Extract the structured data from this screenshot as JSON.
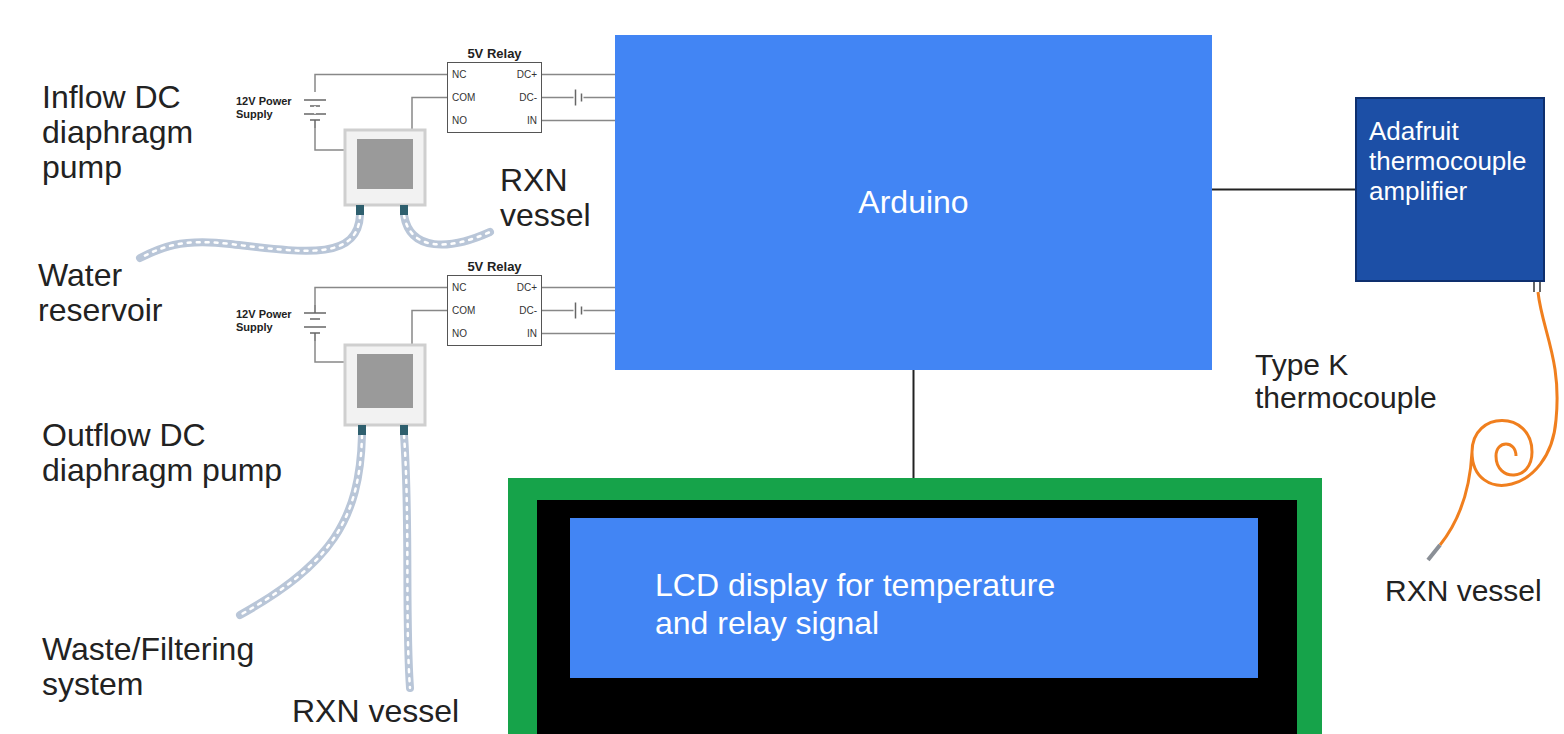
{
  "diagram": {
    "nodes": [
      {
        "text": [
          "5V Relay",
          "NC",
          "DC+",
          "COM",
          "DC-",
          "NO",
          "IN"
        ]
      },
      {
        "text": [
          "Arduino"
        ]
      },
      {
        "text": [
          "Adafruit thermocouple amplifier"
        ]
      },
      {
        "text": [
          "5V Relay",
          "NC",
          "DC+",
          "COM",
          "DC-",
          "NO",
          "IN"
        ]
      },
      {
        "text": [
          "LCD display for temperature and relay signal"
        ]
      }
    ],
    "edges": [
      {
        "from": 0,
        "to": 1,
        "arrow": "none"
      },
      {
        "from": 0,
        "to": 1,
        "arrow": "none"
      },
      {
        "from": 0,
        "to": 1,
        "arrow": "none"
      },
      {
        "from": 1,
        "to": 2,
        "arrow": "none"
      },
      {
        "from": 3,
        "to": 1,
        "arrow": "none"
      },
      {
        "from": 3,
        "to": 1,
        "arrow": "none"
      },
      {
        "from": 3,
        "to": 1,
        "arrow": "none"
      },
      {
        "from": 1,
        "to": 4,
        "arrow": "none"
      }
    ],
    "labels": [
      "Inflow DC diaphragm pump",
      "12V Power Supply",
      "RXN vessel",
      "Water reservoir",
      "12V Power Supply",
      "Outflow DC diaphragm pump",
      "Type K thermocouple",
      "RXN vessel",
      "Waste/Filtering system",
      "RXN vessel"
    ]
  }
}
